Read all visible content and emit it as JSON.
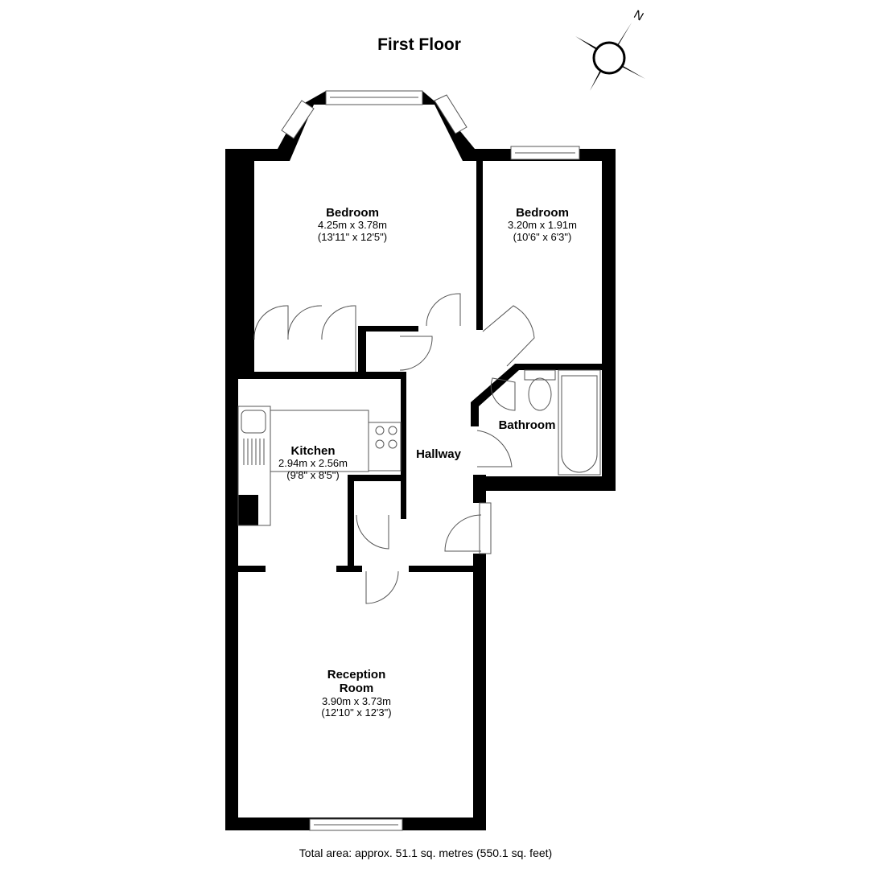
{
  "title": "First Floor",
  "compass": {
    "label": "N",
    "icon": "compass-icon"
  },
  "rooms": [
    {
      "name": "Bedroom",
      "metric": "4.25m x 3.78m",
      "imperial": "(13'11\" x 12'5\")"
    },
    {
      "name": "Bedroom",
      "metric": "3.20m x 1.91m",
      "imperial": "(10'6\" x 6'3\")"
    },
    {
      "name": "Kitchen",
      "metric": "2.94m x 2.56m",
      "imperial": "(9'8\" x 8'5\")"
    },
    {
      "name": "Bathroom"
    },
    {
      "name": "Hallway"
    },
    {
      "name": "Reception Room",
      "name_line1": "Reception",
      "name_line2": "Room",
      "metric": "3.90m x 3.73m",
      "imperial": "(12'10\" x 12'3\")"
    }
  ],
  "footer": "Total area: approx. 51.1 sq. metres (550.1 sq. feet)"
}
